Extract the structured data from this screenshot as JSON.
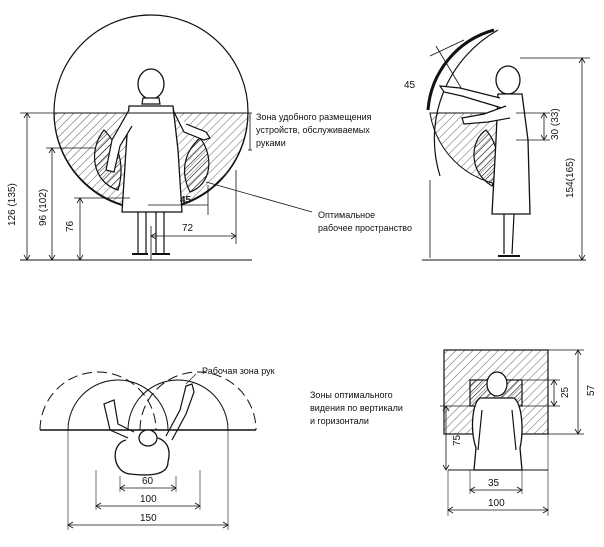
{
  "captions": {
    "comfort_zone": [
      "Зона удобного размещения",
      "устройств, обслуживаемых",
      "руками"
    ],
    "optimal_space": [
      "Оптимальное",
      "рабочее пространство"
    ],
    "arm_zone": "Рабочая зона рук",
    "vision_zones": [
      "Зоны оптимального",
      "видения по вертикали",
      "и горизонтали"
    ]
  },
  "dims": {
    "front": {
      "h126": "126 (135)",
      "h96": "96 (102)",
      "h76": "76",
      "w45": "45",
      "w72": "72"
    },
    "side": {
      "a45": "45",
      "h30": "30 (33)",
      "h154": "154(165)"
    },
    "plan": {
      "w60": "60",
      "w100": "100",
      "w150": "150"
    },
    "view": {
      "h57": "57",
      "h25": "25",
      "h75": "75",
      "w35": "35",
      "w100": "100"
    }
  }
}
